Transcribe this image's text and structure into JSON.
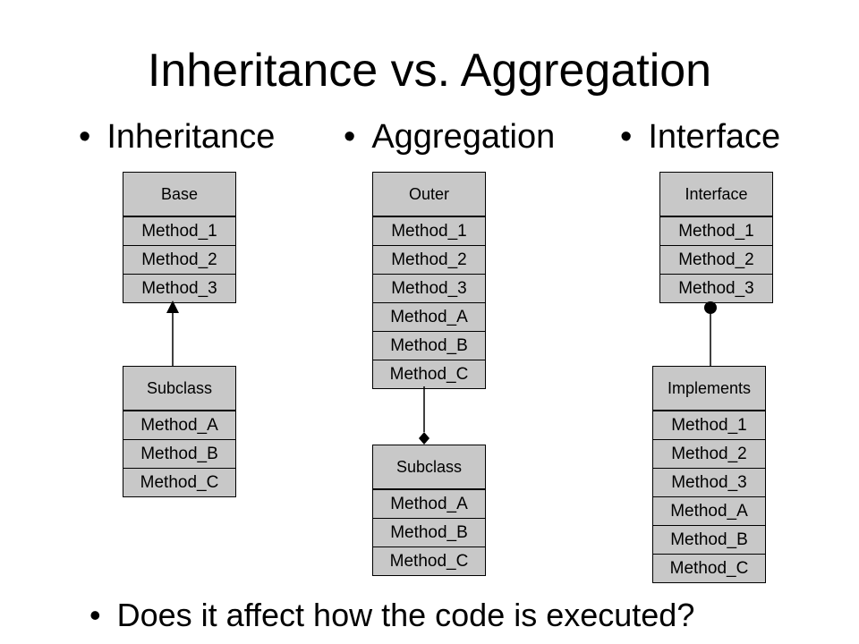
{
  "title": "Inheritance vs. Aggregation",
  "bullet_glyph": "•",
  "columns": [
    {
      "heading": "Inheritance"
    },
    {
      "heading": "Aggregation"
    },
    {
      "heading": "Interface"
    }
  ],
  "boxes": {
    "base": {
      "name": "Base",
      "methods": [
        "Method_1",
        "Method_2",
        "Method_3"
      ]
    },
    "inherit_subclass": {
      "name": "Subclass",
      "methods": [
        "Method_A",
        "Method_B",
        "Method_C"
      ]
    },
    "outer": {
      "name": "Outer",
      "methods": [
        "Method_1",
        "Method_2",
        "Method_3",
        "Method_A",
        "Method_B",
        "Method_C"
      ]
    },
    "agg_subclass": {
      "name": "Subclass",
      "methods": [
        "Method_A",
        "Method_B",
        "Method_C"
      ]
    },
    "interface": {
      "name": "Interface",
      "methods": [
        "Method_1",
        "Method_2",
        "Method_3"
      ]
    },
    "implements": {
      "name": "Implements",
      "methods": [
        "Method_1",
        "Method_2",
        "Method_3",
        "Method_A",
        "Method_B",
        "Method_C"
      ]
    }
  },
  "footer": "Does it affect how the code is executed?"
}
